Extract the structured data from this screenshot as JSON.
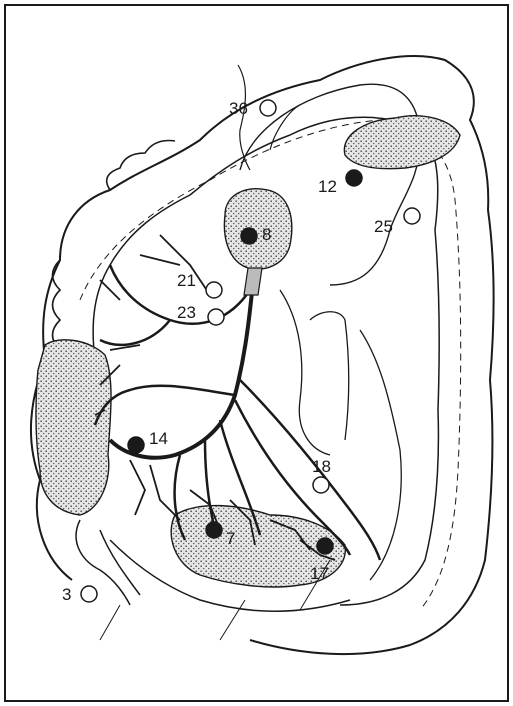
{
  "figure": {
    "background": "#ffffff",
    "ink": "#1a1a1a",
    "stipple": "#cfcfcf",
    "markers": [
      {
        "label": "36",
        "filled": false
      },
      {
        "label": "12",
        "filled": true
      },
      {
        "label": "25",
        "filled": false
      },
      {
        "label": "8",
        "filled": true
      },
      {
        "label": "21",
        "filled": false
      },
      {
        "label": "23",
        "filled": false
      },
      {
        "label": "14",
        "filled": true
      },
      {
        "label": "18",
        "filled": false
      },
      {
        "label": "7",
        "filled": true
      },
      {
        "label": "17",
        "filled": true
      },
      {
        "label": "3",
        "filled": false
      }
    ]
  }
}
